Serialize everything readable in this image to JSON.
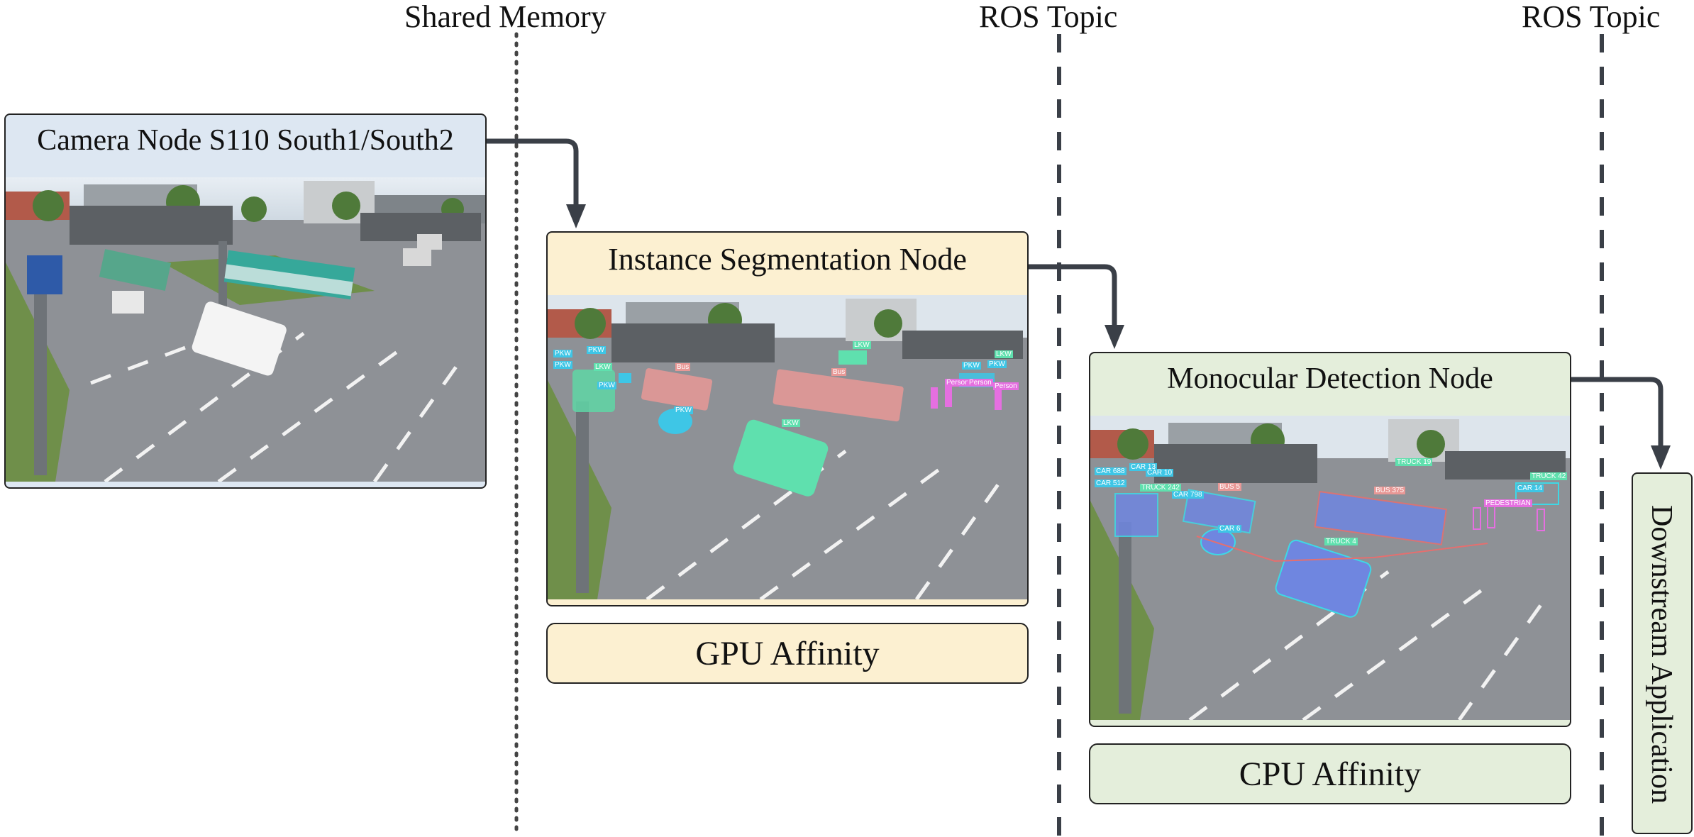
{
  "separators": [
    {
      "label": "Shared Memory",
      "style": "dotted"
    },
    {
      "label": "ROS Topic",
      "style": "dashed"
    },
    {
      "label": "ROS Topic",
      "style": "dashed"
    }
  ],
  "nodes": {
    "camera": {
      "title": "Camera Node S110 South1/South2"
    },
    "segmentation": {
      "title": "Instance Segmentation Node",
      "affinity": "GPU Affinity"
    },
    "detection": {
      "title": "Monocular Detection Node",
      "affinity": "CPU Affinity"
    },
    "downstream": {
      "title": "Downstream Application"
    }
  },
  "seg_labels": [
    "PKW",
    "PKW",
    "PKW",
    "PKW",
    "LKW",
    "Bus",
    "Bus",
    "PKW",
    "LKW",
    "LKW",
    "PKW",
    "PKW",
    "LKW",
    "Person",
    "Person",
    "Person"
  ],
  "det_labels": [
    "CAR 688",
    "CAR 13",
    "CAR 10",
    "CAR 512",
    "TRUCK 242",
    "CAR 798",
    "BUS 5",
    "BUS 375",
    "CAR 6",
    "TRUCK 19",
    "TRUCK 4",
    "TRUCK 42",
    "CAR 14",
    "PEDESTRIAN"
  ],
  "colors": {
    "camera_header": "#dde7f2",
    "seg_header": "#fcf0d1",
    "det_header": "#e4eedb",
    "arrow": "#3a3f47",
    "sky": "#dce6ef",
    "road": "#8d9096",
    "grass": "#6f8f4a"
  }
}
